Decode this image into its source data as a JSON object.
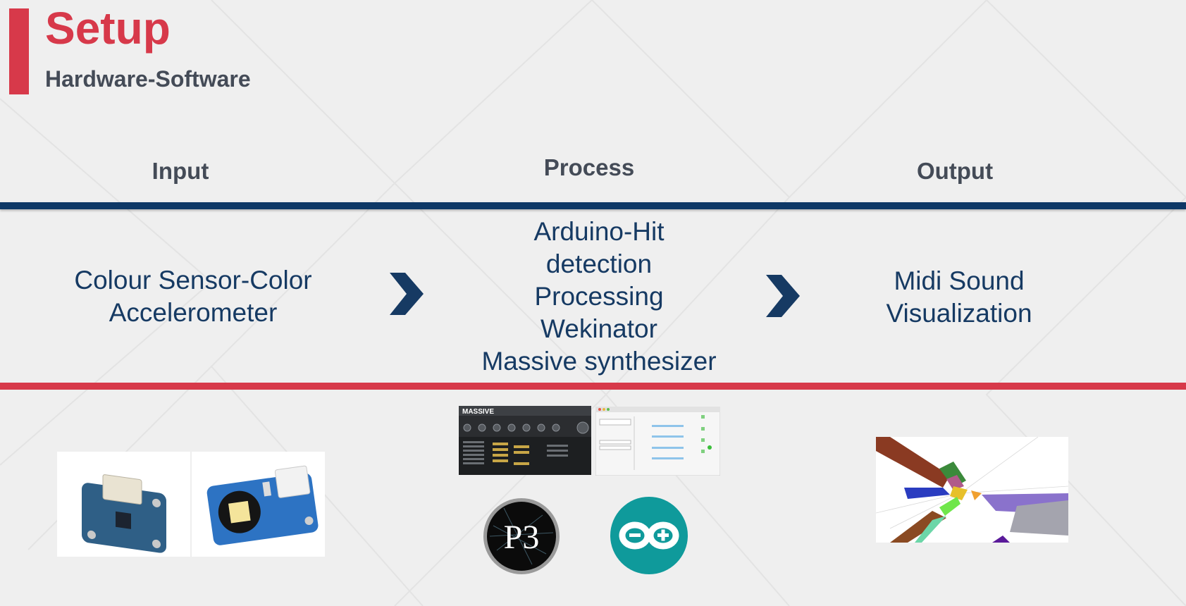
{
  "slide": {
    "title": "Setup",
    "subtitle": "Hardware-Software"
  },
  "columns": {
    "input": {
      "heading": "Input",
      "lines": [
        "Colour Sensor-Color",
        "Accelerometer"
      ]
    },
    "process": {
      "heading": "Process",
      "lines": [
        "Arduino-Hit",
        "detection",
        "Processing",
        "Wekinator",
        "Massive synthesizer"
      ]
    },
    "output": {
      "heading": "Output",
      "lines": [
        "Midi Sound",
        "Visualization"
      ]
    }
  },
  "images": {
    "massive_label": "MASSIVE",
    "processing_logo_text": "P3"
  },
  "colors": {
    "accent_red": "#d7394a",
    "navy": "#0e3866",
    "heading_gray": "#444b57",
    "body_text": "#163a63",
    "arduino_teal": "#0f9a9b"
  },
  "icons": {
    "arrow": "chevron-right-icon"
  }
}
